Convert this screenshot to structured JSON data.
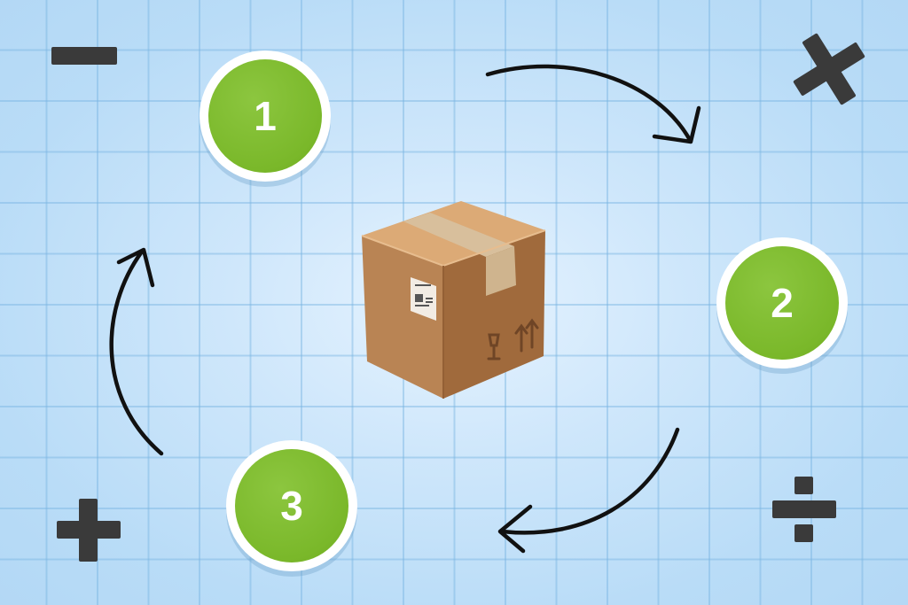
{
  "steps": [
    {
      "label": "1"
    },
    {
      "label": "2"
    },
    {
      "label": "3"
    }
  ],
  "icons": {
    "center": "cardboard-box-icon",
    "operators": [
      "minus-icon",
      "times-icon",
      "plus-icon",
      "divide-icon"
    ],
    "arrows": [
      "arrow-1-to-2",
      "arrow-2-to-3",
      "arrow-3-to-1"
    ]
  },
  "colors": {
    "background": "#cfe7fb",
    "grid": "#86bde6",
    "step_fill": "#7ab82a",
    "step_ring": "#ffffff",
    "operator": "#3a3a3a",
    "arrow": "#111111",
    "box": "#c08a57",
    "tape": "#d6b995"
  }
}
